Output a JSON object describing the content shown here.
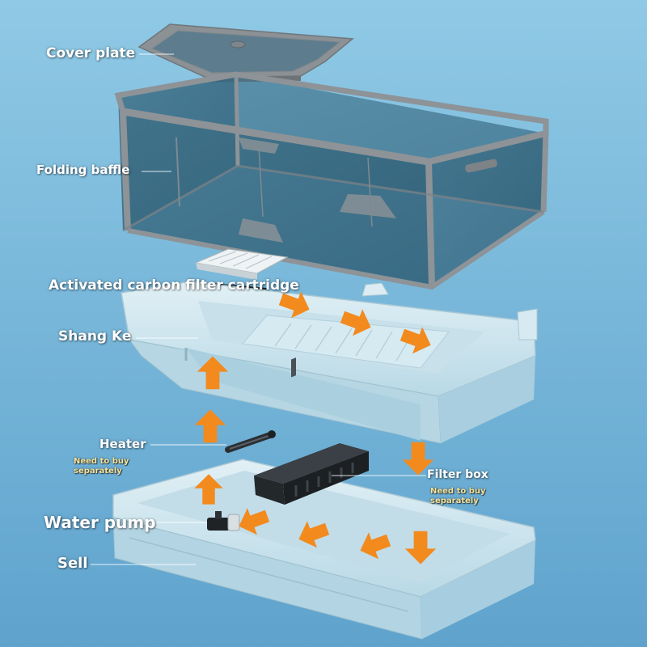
{
  "colors": {
    "background_top": "#8fc9e5",
    "background_bottom": "#5fa3cd",
    "tank_blue": "#cfe6ee",
    "glass": "#3d6f86",
    "frame_gray": "#8a9094",
    "arrow_orange": "#f28a1e",
    "label_white": "#ffffff",
    "note_yellow": "#f6e39a"
  },
  "labels": {
    "cover_plate": "Cover plate",
    "folding_baffle": "Folding baffle",
    "filter_cartridge": "Activated carbon filter cartridge",
    "shang_ke": "Shang Ke",
    "heater": "Heater",
    "heater_note": [
      "Need to buy",
      "separately"
    ],
    "filter_box": "Filter box",
    "filter_box_note": [
      "Need to buy",
      "separately"
    ],
    "water_pump": "Water pump",
    "sell": "Sell"
  },
  "icons": {
    "flow_arrow": "flow-arrow-icon"
  }
}
